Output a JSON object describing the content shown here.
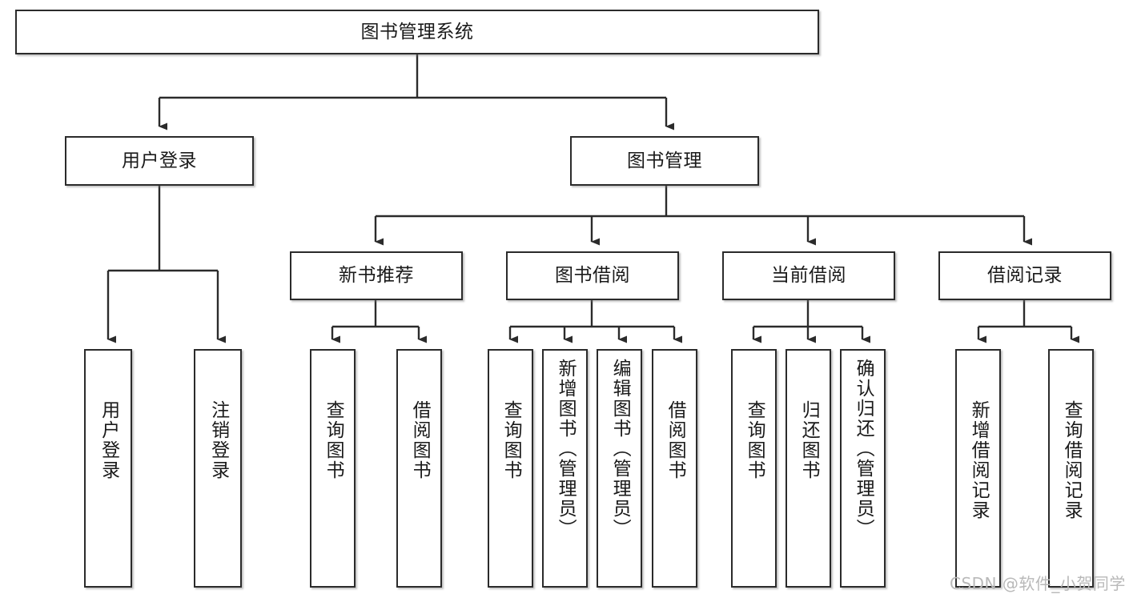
{
  "diagram": {
    "title": "图书管理系统",
    "type": "functional-structure-tree",
    "watermark": "CSDN @软件_小贺同学",
    "colors": {
      "box_border": "#2b2b2b",
      "box_fill": "#ffffff",
      "edge": "#2b2b2b",
      "watermark": "#b9b9b9",
      "background": "#ffffff"
    },
    "nodes": {
      "root": {
        "label": "图书管理系统",
        "orientation": "horizontal"
      },
      "level2": [
        {
          "label": "用户登录",
          "orientation": "horizontal"
        },
        {
          "label": "图书管理",
          "orientation": "horizontal"
        }
      ],
      "level3": [
        {
          "label": "新书推荐",
          "orientation": "horizontal"
        },
        {
          "label": "图书借阅",
          "orientation": "horizontal"
        },
        {
          "label": "当前借阅",
          "orientation": "horizontal"
        },
        {
          "label": "借阅记录",
          "orientation": "horizontal"
        }
      ],
      "leaves": {
        "user_login": [
          {
            "label": "用户登录",
            "orientation": "vertical"
          },
          {
            "label": "注销登录",
            "orientation": "vertical"
          }
        ],
        "new_book_recommend": [
          {
            "label": "查询图书",
            "orientation": "vertical"
          },
          {
            "label": "借阅图书",
            "orientation": "vertical"
          }
        ],
        "book_borrow": [
          {
            "label": "查询图书",
            "orientation": "vertical"
          },
          {
            "label": "新增图书（管理员）",
            "orientation": "vertical"
          },
          {
            "label": "编辑图书（管理员）",
            "orientation": "vertical"
          },
          {
            "label": "借阅图书",
            "orientation": "vertical"
          }
        ],
        "current_borrow": [
          {
            "label": "查询图书",
            "orientation": "vertical"
          },
          {
            "label": "归还图书",
            "orientation": "vertical"
          },
          {
            "label": "确认归还（管理员）",
            "orientation": "vertical"
          }
        ],
        "borrow_record": [
          {
            "label": "新增借阅记录",
            "orientation": "vertical"
          },
          {
            "label": "查询借阅记录",
            "orientation": "vertical"
          }
        ]
      }
    }
  }
}
